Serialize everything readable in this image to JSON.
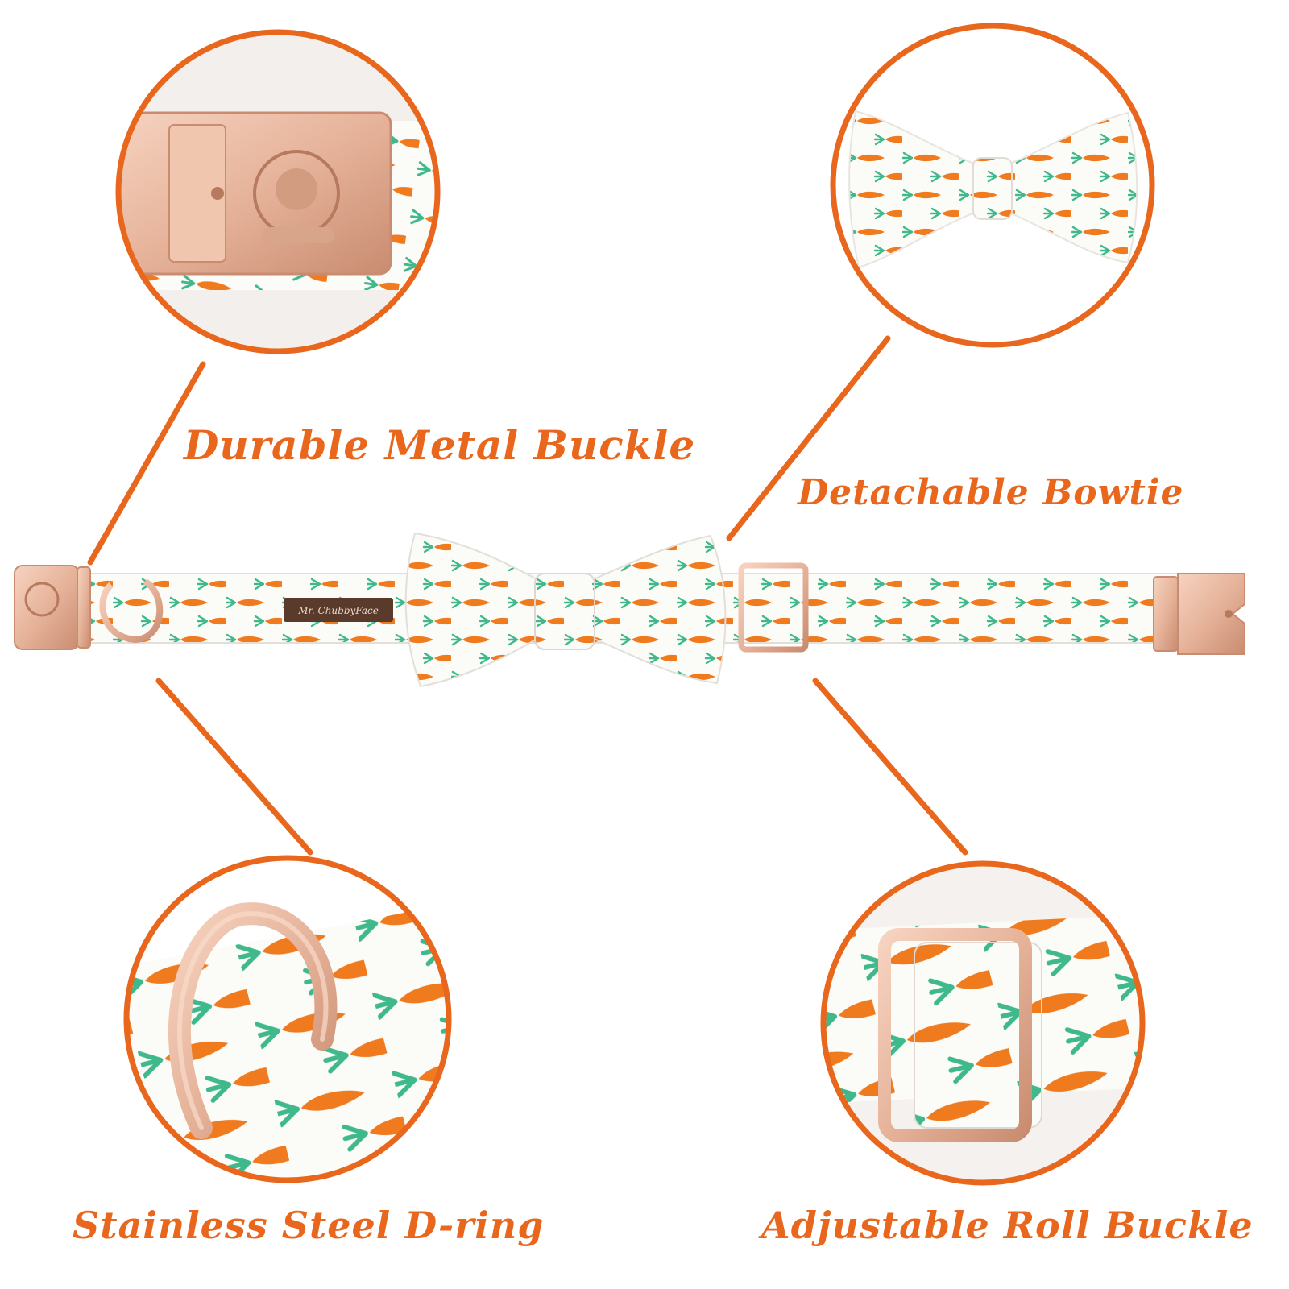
{
  "labels": {
    "buckle": "Durable Metal Buckle",
    "bowtie": "Detachable Bowtie",
    "dring": "Stainless Steel D-ring",
    "roll": "Adjustable Roll Buckle"
  },
  "brand_tag": "Mr. ChubbyFace",
  "colors": {
    "accent": "#e8671d",
    "carrot": "#f07a1e",
    "leaf": "#3fb98c",
    "rose_gold": "#e6b39a",
    "rose_gold_dark": "#c98c70",
    "fabric": "#fbfbf8",
    "tag": "#5a3a2a"
  },
  "icons": {
    "buckle": "rose-gold-buckle-icon",
    "dring": "d-ring-icon",
    "slider": "roll-buckle-icon",
    "bowtie": "bowtie-icon"
  }
}
